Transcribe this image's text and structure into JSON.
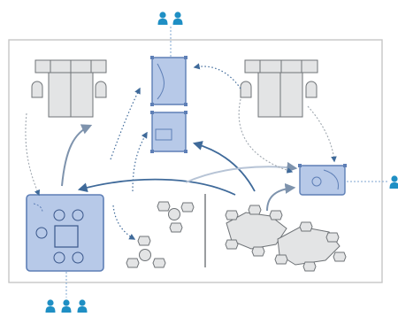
{
  "diagram": {
    "title": "",
    "colors": {
      "room_outline": "#c6c6c6",
      "furniture_fill": "#e3e4e5",
      "furniture_stroke": "#6f7377",
      "zone_fill": "#b7c9e8",
      "zone_stroke": "#5e7fb6",
      "flow_arrow": "#7e93ad",
      "flow_arrow_dark": "#3f6a9a",
      "dotted_flow": "#6c87a8",
      "people_icon": "#1f8fc4"
    },
    "icons": {
      "people_top": "people-pair-icon",
      "people_right": "person-icon",
      "people_bottom": "people-trio-icon"
    },
    "zones": [
      "collab-room",
      "focus-booth-1",
      "focus-booth-2",
      "meeting-pod"
    ],
    "furniture": [
      "sofa-left",
      "sofa-right",
      "chair-cluster-1",
      "chair-cluster-2",
      "workbench-pair"
    ]
  }
}
